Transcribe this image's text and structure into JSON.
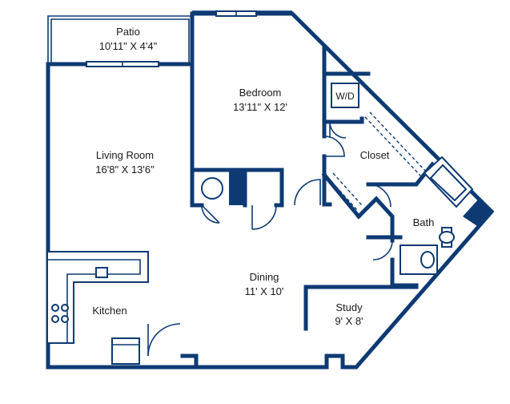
{
  "colors": {
    "wall": "#0e3a73",
    "background": "#ffffff",
    "text": "#1a1a1a"
  },
  "rooms": {
    "patio": {
      "name": "Patio",
      "size": "10'11\" X 4'4\""
    },
    "bedroom": {
      "name": "Bedroom",
      "size": "13'11\" X 12'"
    },
    "living": {
      "name": "Living Room",
      "size": "16'8\" X 13'6\""
    },
    "closet": {
      "name": "Closet"
    },
    "bath": {
      "name": "Bath"
    },
    "dining": {
      "name": "Dining",
      "size": "11' X 10'"
    },
    "study": {
      "name": "Study",
      "size": "9' X 8'"
    },
    "kitchen": {
      "name": "Kitchen"
    },
    "wd": {
      "name": "W/D"
    }
  }
}
